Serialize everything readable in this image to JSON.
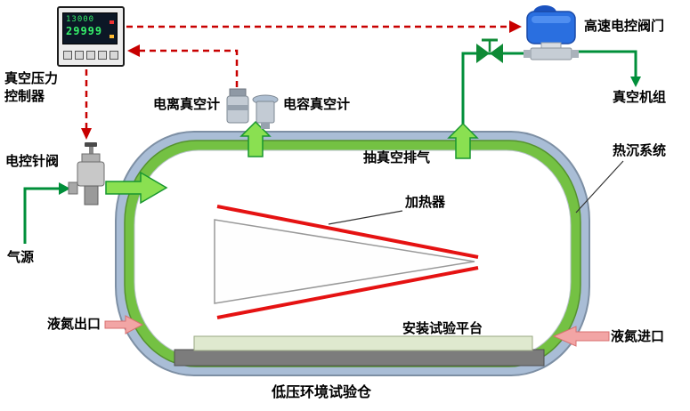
{
  "caption": "低压环境试验仓",
  "controller": {
    "label_line1": "真空压力",
    "label_line2": "控制器",
    "display_value1": "13000",
    "display_value2": "29999"
  },
  "labels": {
    "ionization_gauge": "电离真空计",
    "capacitance_gauge": "电容真空计",
    "high_speed_valve": "高速电控阀门",
    "vacuum_unit": "真空机组",
    "heat_sink": "热沉系统",
    "needle_valve": "电控针阀",
    "gas_source": "气源",
    "ln2_outlet": "液氮出口",
    "ln2_inlet": "液氮进口",
    "vacuum_exhaust": "抽真空排气",
    "heater": "加热器",
    "platform": "安装试验平台"
  },
  "colors": {
    "flow_green": "#008f3a",
    "block_arrow_green": "#8ae051",
    "signal_red": "#c80000",
    "shell_blue": "#a9bdd6",
    "liner_green": "#74c143",
    "heater_red": "#e51212",
    "nitrogen_pink": "#f2a5a5",
    "valve_blue": "#2a6fe0"
  }
}
